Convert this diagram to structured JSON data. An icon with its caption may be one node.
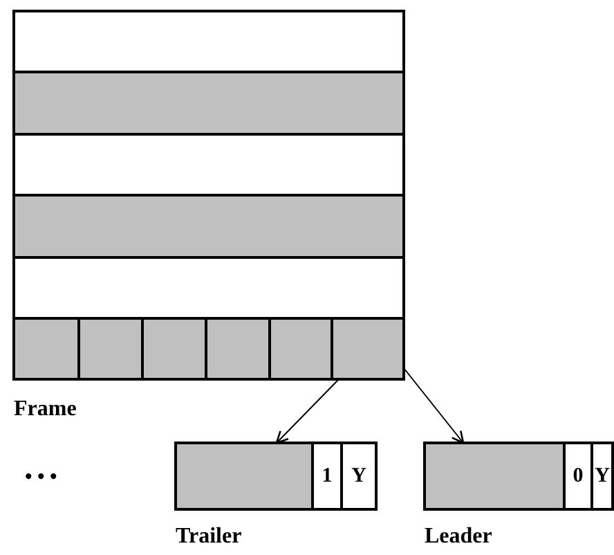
{
  "diagram": {
    "nodes": [
      {
        "text": [
          "Frame"
        ]
      },
      {
        "text": [],
        "shape": "box",
        "in": 0
      },
      {
        "text": [],
        "shape": "box",
        "in": 0
      },
      {
        "text": [],
        "shape": "box",
        "in": 0
      },
      {
        "text": [],
        "shape": "box",
        "in": 0
      },
      {
        "text": [],
        "shape": "box",
        "in": 0
      },
      {
        "text": [],
        "shape": "box",
        "in": 0
      },
      {
        "text": [],
        "shape": "box",
        "in": 0
      },
      {
        "text": [],
        "shape": "box",
        "in": 0
      },
      {
        "text": [],
        "shape": "box",
        "in": 0
      },
      {
        "text": [],
        "shape": "box",
        "in": 0
      },
      {
        "text": [],
        "shape": "box",
        "in": 0
      },
      {
        "text": [
          "Trailer"
        ]
      },
      {
        "text": [],
        "shape": "box",
        "in": 12
      },
      {
        "text": [
          "1"
        ],
        "in": 12
      },
      {
        "text": [
          "Y"
        ],
        "in": 12
      },
      {
        "text": [
          "Leader"
        ]
      },
      {
        "text": [],
        "shape": "box",
        "in": 16
      },
      {
        "text": [
          "0"
        ],
        "in": 16
      },
      {
        "text": [
          "Y"
        ],
        "in": 16
      }
    ],
    "edges": [
      {
        "from": 11,
        "to": 13,
        "arrow": "to"
      },
      {
        "from": 11,
        "to": 17,
        "arrow": "to"
      }
    ],
    "labels": [
      "• • •"
    ]
  }
}
